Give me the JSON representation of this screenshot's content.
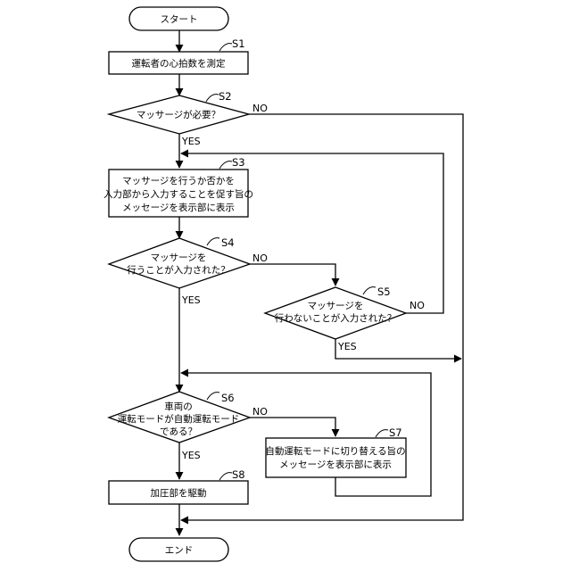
{
  "nodes": {
    "start": "スタート",
    "s1": "運転者の心拍数を測定",
    "s2": "マッサージが必要？",
    "s3": [
      "マッサージを行うか否かを",
      "入力部から入力することを促す旨の",
      "メッセージを表示部に表示"
    ],
    "s4": [
      "マッサージを",
      "行うことが入力された？"
    ],
    "s5": [
      "マッサージを",
      "行わないことが入力された？"
    ],
    "s6": [
      "車両の",
      "運転モードが自動運転モード",
      "である？"
    ],
    "s7": [
      "自動運転モードに切り替える旨の",
      "メッセージを表示部に表示"
    ],
    "s8": "加圧部を駆動",
    "end": "エンド"
  },
  "step_labels": {
    "s1": "S1",
    "s2": "S2",
    "s3": "S3",
    "s4": "S4",
    "s5": "S5",
    "s6": "S6",
    "s7": "S7",
    "s8": "S8"
  },
  "branch_labels": {
    "yes": "YES",
    "no": "NO"
  }
}
